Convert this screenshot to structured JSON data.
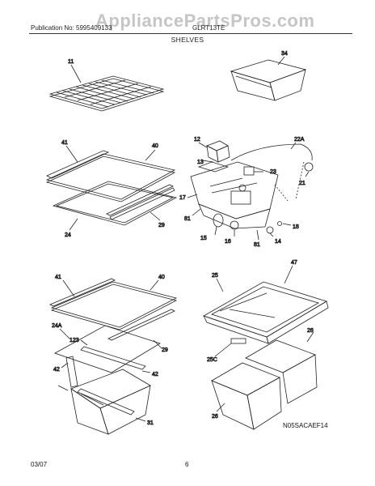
{
  "header": {
    "publication": "Publication No: 5995409133",
    "model": "GLRT13TE",
    "title": "SHELVES"
  },
  "watermark": "AppliancePartsPros.com",
  "footer": {
    "date": "03/07",
    "page": "6"
  },
  "diagram_code": "N05SACAEF14",
  "callouts": {
    "c11": "11",
    "c34": "34",
    "c41a": "41",
    "c40a": "40",
    "c29a": "29",
    "c24a": "24",
    "c12": "12",
    "c13": "13",
    "c22a": "22A",
    "c23": "23",
    "c21": "21",
    "c17": "17",
    "c81a": "81",
    "c18": "18",
    "c15": "15",
    "c16": "16",
    "c81b": "81",
    "c14": "14",
    "c41b": "41",
    "c40b": "40",
    "c24A": "24A",
    "c123": "123",
    "c29b": "29",
    "c42a": "42",
    "c42b": "42",
    "c31": "31",
    "c25": "25",
    "c47": "47",
    "c26a": "26",
    "c25c": "25C",
    "c26b": "26"
  }
}
